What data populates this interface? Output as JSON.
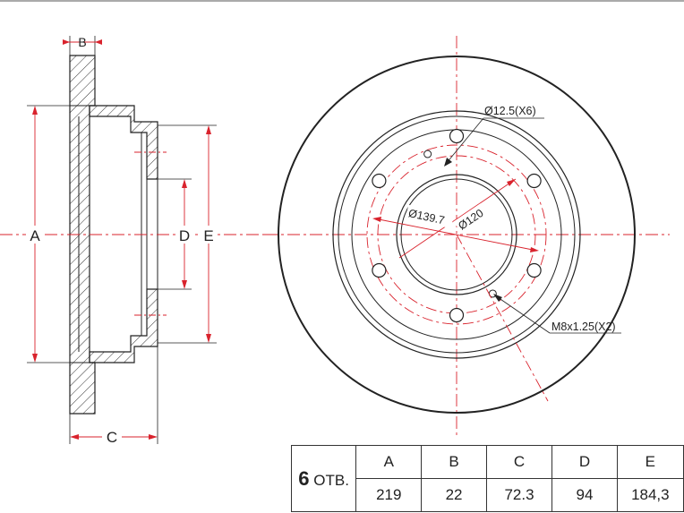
{
  "side_view": {
    "dim_a": "A",
    "dim_b": "B",
    "dim_c": "C",
    "dim_d": "D",
    "dim_e": "E"
  },
  "front_view": {
    "hole_callout": "Ø12.5(X6)",
    "pcd_label": "Ø139.7",
    "bore_label": "Ø120",
    "thread_callout": "M8x1.25(X2)"
  },
  "spec_table": {
    "bolt_count": "6",
    "bolt_suffix": "ОТВ.",
    "headers": [
      "A",
      "B",
      "C",
      "D",
      "E"
    ],
    "values": [
      "219",
      "22",
      "72.3",
      "94",
      "184,3"
    ]
  },
  "colors": {
    "line": "#222222",
    "centerline": "#d9232d",
    "hatch": "#333333"
  }
}
